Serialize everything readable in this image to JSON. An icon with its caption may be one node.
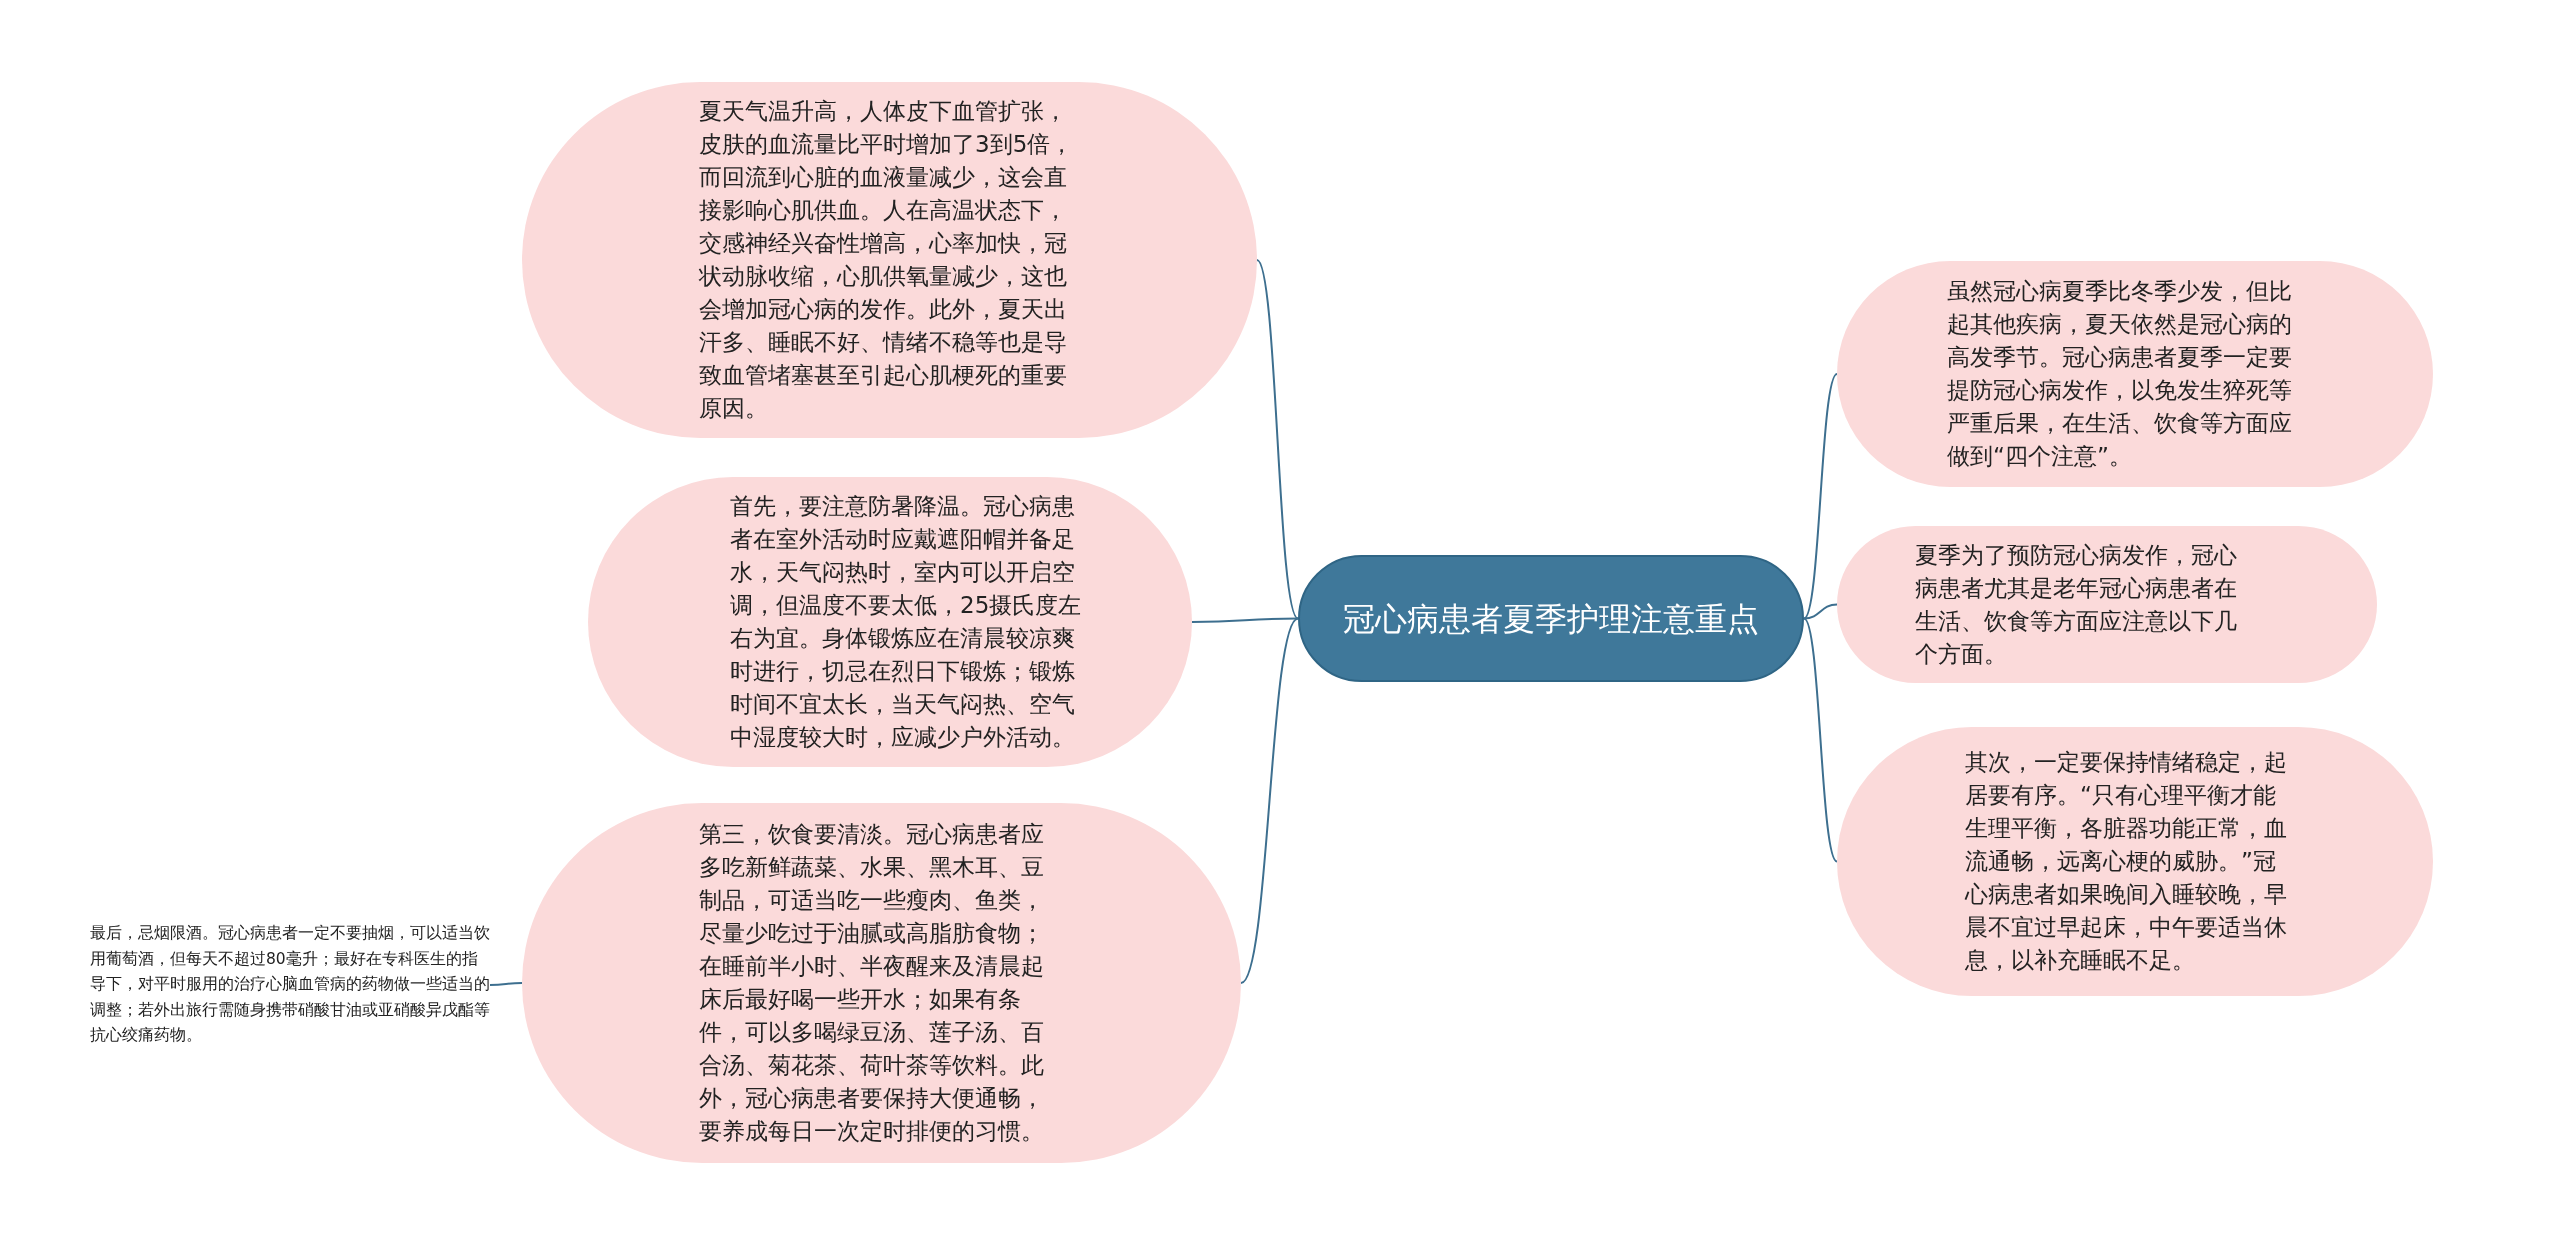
{
  "diagram": {
    "nodes": [
      {
        "text": [
          "冠心病患者夏季护理注意重点"
        ]
      },
      {
        "text": [
          "虽然冠心病夏季比冬季少发，但比起其他疾病，夏天依然是冠心病的高发季节。冠心病患者夏季一定要提防冠心病发作，以免发生猝死等严重后果，在生活、饮食等方面应做到“四个注意”。"
        ]
      },
      {
        "text": [
          "夏季为了预防冠心病发作，冠心病患者尤其是老年冠心病患者在生活、饮食等方面应注意以下几个方面。"
        ]
      },
      {
        "text": [
          "其次，一定要保持情绪稳定，起居要有序。“只有心理平衡才能生理平衡，各脏器功能正常，血流通畅，远离心梗的威胁。”冠心病患者如果晚间入睡较晚，早晨不宜过早起床，中午要适当休息，以补充睡眠不足。"
        ]
      },
      {
        "text": [
          "夏天气温升高，人体皮下血管扩张，皮肤的血流量比平时增加了3到5倍，而回流到心脏的血液量减少，这会直接影响心肌供血。人在高温状态下，交感神经兴奋性增高，心率加快，冠状动脉收缩，心肌供氧量减少，这也会增加冠心病的发作。此外，夏天出汗多、睡眠不好、情绪不稳等也是导致血管堵塞甚至引起心肌梗死的重要原因。"
        ]
      },
      {
        "text": [
          "首先，要注意防暑降温。冠心病患者在室外活动时应戴遮阳帽并备足水，天气闷热时，室内可以开启空调，但温度不要太低，25摄氏度左右为宜。身体锻炼应在清晨较凉爽时进行，切忌在烈日下锻炼；锻炼时间不宜太长，当天气闷热、空气中湿度较大时，应减少户外活动。"
        ]
      },
      {
        "text": [
          "第三，饮食要清淡。冠心病患者应多吃新鲜蔬菜、水果、黑木耳、豆制品，可适当吃一些瘦肉、鱼类，尽量少吃过于油腻或高脂肪食物；在睡前半小时、半夜醒来及清晨起床后最好喝一些开水；如果有条件，可以多喝绿豆汤、莲子汤、百合汤、菊花茶、荷叶茶等饮料。此外，冠心病患者要保持大便通畅，要养成每日一次定时排便的习惯。"
        ]
      },
      {
        "text": [
          "最后，忌烟限酒。冠心病患者一定不要抽烟，可以适当饮用葡萄酒，但每天不超过80毫升；最好在专科医生的指导下，对平时服用的治疗心脑血管病的药物做一些适当的调整；若外出旅行需随身携带硝酸甘油或亚硝酸异戊酯等抗心绞痛药物。"
        ]
      }
    ],
    "edges": [
      {
        "from": 0,
        "to": 1,
        "arrow": "none"
      },
      {
        "from": 0,
        "to": 2,
        "arrow": "none"
      },
      {
        "from": 0,
        "to": 3,
        "arrow": "none"
      },
      {
        "from": 0,
        "to": 4,
        "arrow": "none"
      },
      {
        "from": 0,
        "to": 5,
        "arrow": "none"
      },
      {
        "from": 0,
        "to": 6,
        "arrow": "none"
      },
      {
        "from": 6,
        "to": 7,
        "arrow": "none"
      }
    ]
  }
}
